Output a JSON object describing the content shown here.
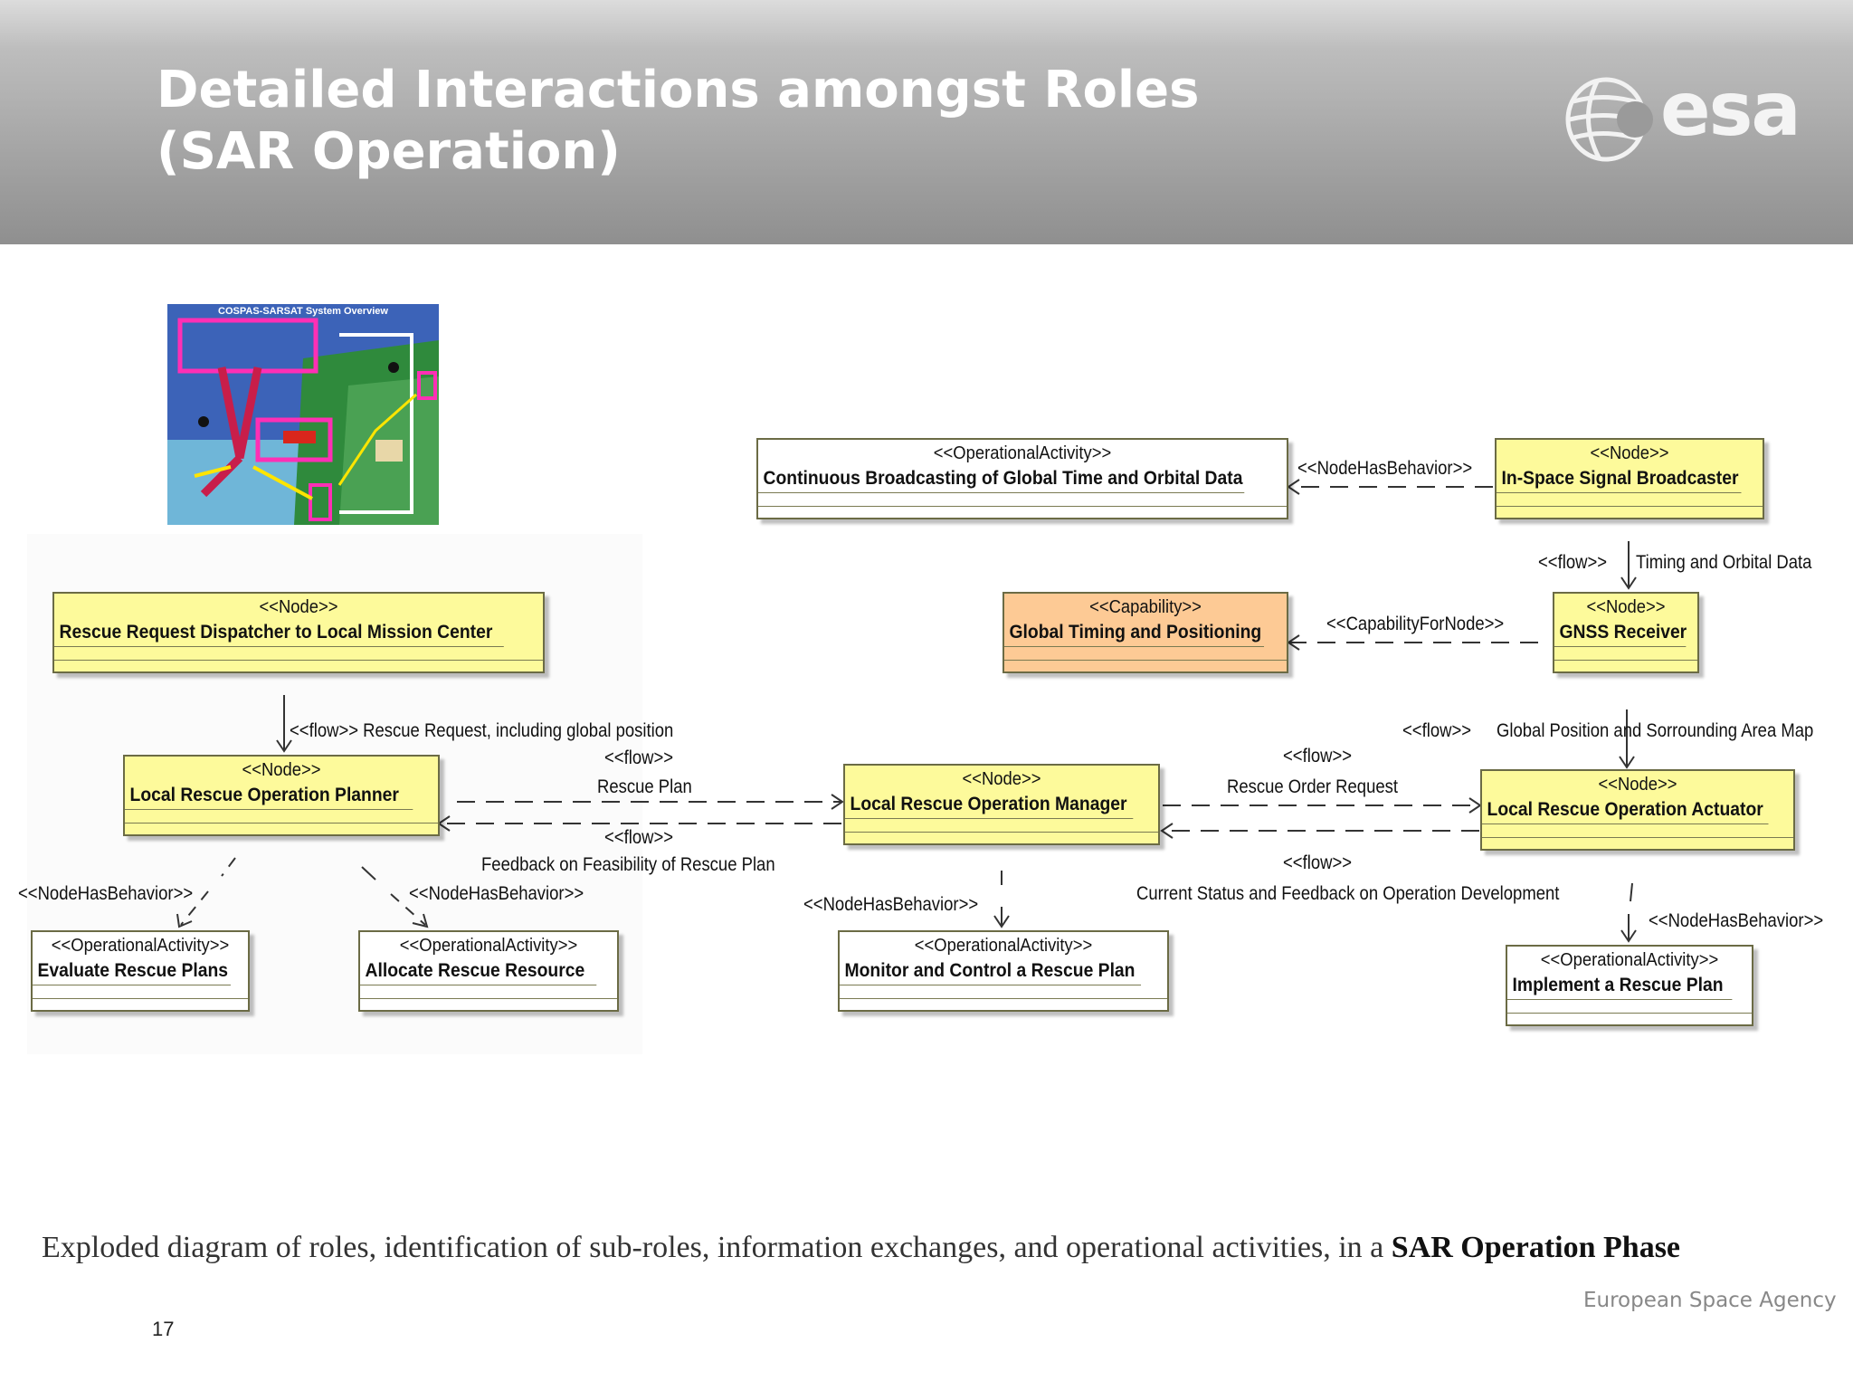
{
  "header": {
    "title_line1": "Detailed Interactions amongst Roles",
    "title_line2": "(SAR Operation)",
    "logo_text": "esa"
  },
  "thumbnail": {
    "title": "COSPAS-SARSAT System Overview"
  },
  "diagram": {
    "boxes": {
      "broadcast_activity": {
        "stereotype": "<<OperationalActivity>>",
        "name": "Continuous Broadcasting of Global Time and Orbital Data"
      },
      "signal_broadcaster": {
        "stereotype": "<<Node>>",
        "name": "In-Space Signal Broadcaster"
      },
      "timing_capability": {
        "stereotype": "<<Capability>>",
        "name": "Global Timing and Positioning"
      },
      "gnss_receiver": {
        "stereotype": "<<Node>>",
        "name": "GNSS Receiver"
      },
      "dispatcher": {
        "stereotype": "<<Node>>",
        "name": "Rescue Request Dispatcher to Local Mission Center"
      },
      "planner": {
        "stereotype": "<<Node>>",
        "name": "Local Rescue Operation Planner"
      },
      "manager": {
        "stereotype": "<<Node>>",
        "name": "Local Rescue Operation Manager"
      },
      "actuator": {
        "stereotype": "<<Node>>",
        "name": "Local Rescue Operation Actuator"
      },
      "evaluate": {
        "stereotype": "<<OperationalActivity>>",
        "name": "Evaluate Rescue Plans"
      },
      "allocate": {
        "stereotype": "<<OperationalActivity>>",
        "name": "Allocate Rescue Resource"
      },
      "monitor": {
        "stereotype": "<<OperationalActivity>>",
        "name": "Monitor and Control a Rescue Plan"
      },
      "implement": {
        "stereotype": "<<OperationalActivity>>",
        "name": "Implement a Rescue Plan"
      }
    },
    "labels": {
      "nodehasbehavior_top": "<<NodeHasBehavior>>",
      "flow_timing": "<<flow>>",
      "timing_data": "Timing and Orbital Data",
      "capabilityfornode": "<<CapabilityForNode>>",
      "flow_request": "<<flow>> Rescue Request, including global position",
      "flow_plan": "<<flow>>",
      "rescue_plan": "Rescue Plan",
      "flow_feedback": "<<flow>>",
      "feedback": "Feedback on Feasibility of Rescue Plan",
      "flow_order": "<<flow>>",
      "order_request": "Rescue Order Request",
      "flow_status": "<<flow>>",
      "status_feedback": "Current Status and Feedback on Operation Development",
      "flow_position": "<<flow>>",
      "position_map": "Global Position and Sorrounding Area Map",
      "nhb_evaluate": "<<NodeHasBehavior>>",
      "nhb_allocate": "<<NodeHasBehavior>>",
      "nhb_monitor": "<<NodeHasBehavior>>",
      "nhb_implement": "<<NodeHasBehavior>>"
    }
  },
  "caption": {
    "text": "Exploded diagram of roles, identification of sub-roles, information exchanges, and operational activities, in a",
    "emphasis": "SAR Operation Phase"
  },
  "page_number": "17",
  "footer": "European Space Agency"
}
